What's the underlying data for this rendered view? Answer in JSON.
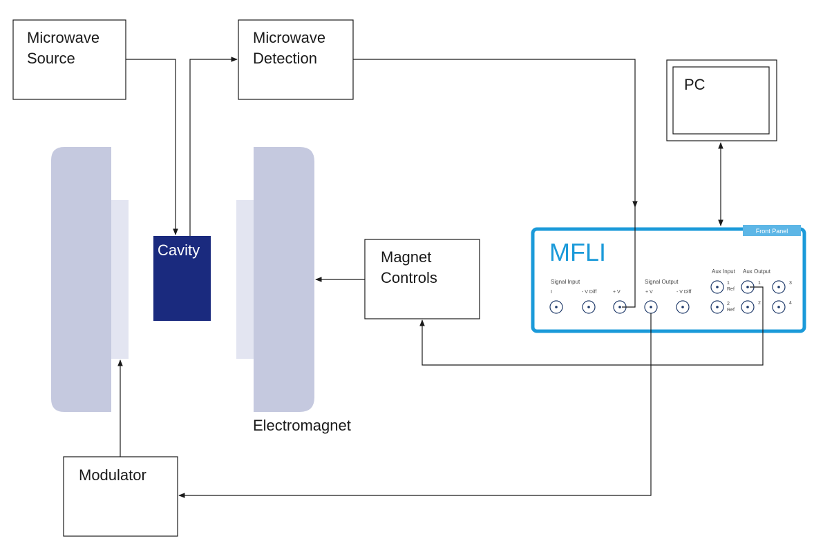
{
  "blocks": {
    "microwave_source": [
      "Microwave",
      "Source"
    ],
    "microwave_detection": [
      "Microwave",
      "Detection"
    ],
    "pc": "PC",
    "magnet_controls": [
      "Magnet",
      "Controls"
    ],
    "modulator": "Modulator",
    "cavity": "Cavity",
    "electromagnet": "Electromagnet"
  },
  "mfli": {
    "title": "MFLI",
    "tab": "Front Panel",
    "signal_input": {
      "label": "Signal Input",
      "ports": [
        "I",
        "- V Diff",
        "+ V"
      ]
    },
    "signal_output": {
      "label": "Signal Output",
      "ports": [
        "+ V",
        "- V Diff"
      ]
    },
    "aux_input": {
      "label": "Aux Input",
      "ports": [
        [
          "1",
          "Ref"
        ],
        [
          "2",
          "Ref"
        ]
      ]
    },
    "aux_output": {
      "label": "Aux Output",
      "ports": [
        "1",
        "2",
        "3",
        "4"
      ]
    }
  },
  "colors": {
    "magnet_pole": "#c5c9df",
    "pole_piece": "#e3e5f1",
    "cavity": "#1a2a7e",
    "mfli_border": "#1b9ad9",
    "mfli_title": "#1b9ad9",
    "lines": "#1a1a1a",
    "port": "#1f3a6a"
  }
}
